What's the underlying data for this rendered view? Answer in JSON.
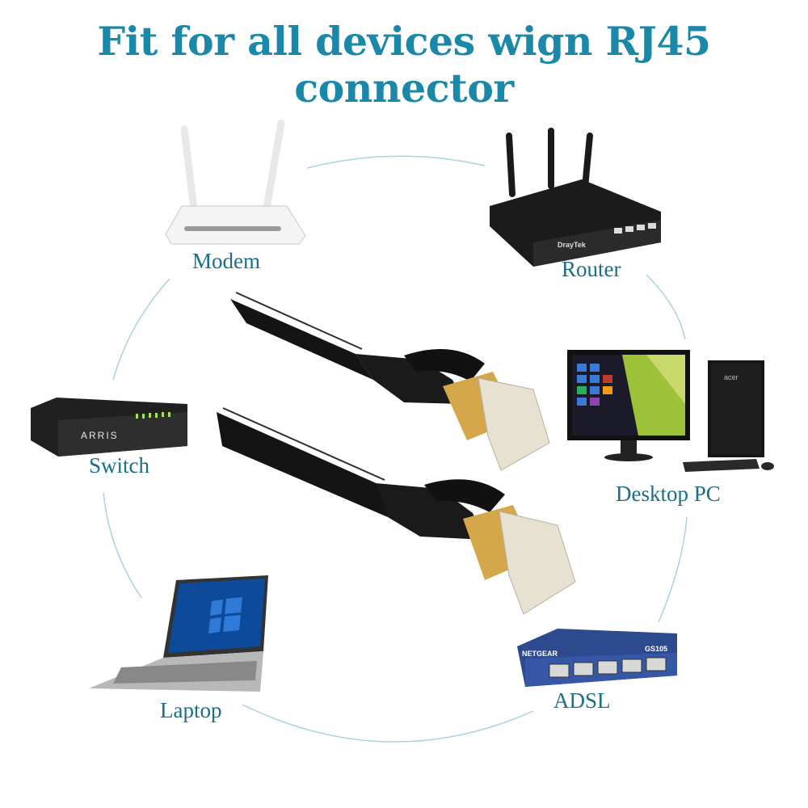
{
  "headline": "Fit for all devices wign RJ45 connector",
  "colors": {
    "accent": "#1a88a8",
    "label": "#1a6e8a",
    "circle": "#a8d2df",
    "cable": "#141414",
    "gold": "#d4a84a"
  },
  "devices": {
    "modem": "Modem",
    "router": "Router",
    "switch": "Switch",
    "desktop": "Desktop PC",
    "laptop": "Laptop",
    "adsl": "ADSL"
  },
  "logos": {
    "router_brand": "DrayTek",
    "switch_brand": "ARRIS",
    "adsl_brand": "NETGEAR",
    "adsl_model": "GS105",
    "monitor_brand": "acer"
  }
}
